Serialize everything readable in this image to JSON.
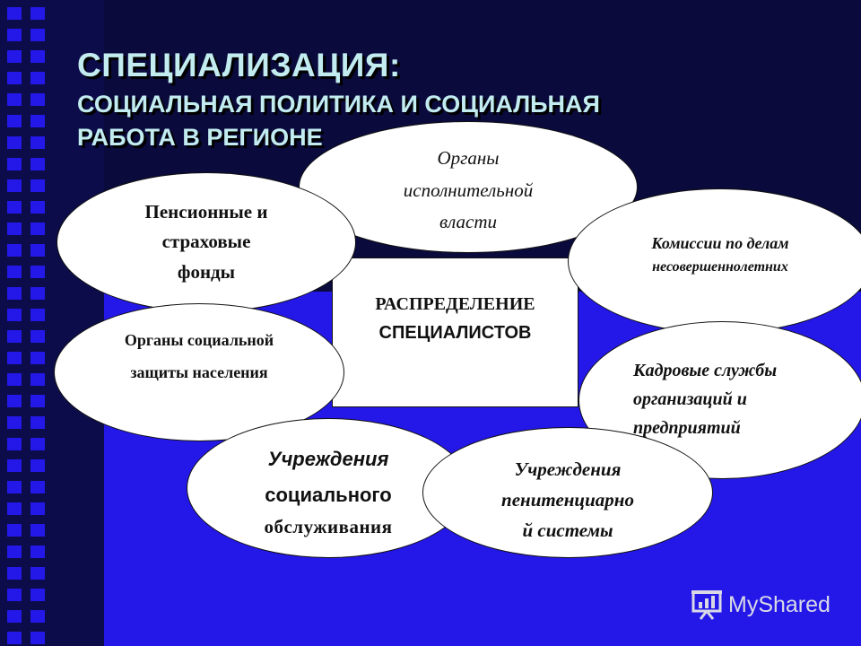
{
  "slide": {
    "title_line1": "СПЕЦИАЛИЗАЦИЯ:",
    "title_line2": "СОЦИАЛЬНАЯ  ПОЛИТИКА И СОЦИАЛЬНАЯ",
    "title_line3": "РАБОТА В РЕГИОНЕ",
    "colors": {
      "background": "#2418e8",
      "title": "#c2ecef",
      "panel": "#0a0a3c"
    }
  },
  "diagram": {
    "center": {
      "line1": "РАСПРЕДЕЛЕНИЕ",
      "line2": "СПЕЦИАЛИСТОВ"
    },
    "nodes": {
      "executive": {
        "lines": [
          "Органы",
          "исполнительной",
          "власти"
        ]
      },
      "pension": {
        "lines": [
          "Пенсионные и",
          "страховые",
          "фонды"
        ]
      },
      "minors": {
        "lines": [
          "Комиссии по делам",
          "несовершеннолетних"
        ]
      },
      "social_protection": {
        "lines": [
          "Органы социальной",
          "защиты населения"
        ]
      },
      "hr": {
        "lines": [
          "Кадровые службы",
          "организаций и",
          "предприятий"
        ]
      },
      "social_service": {
        "lines": [
          "Учреждения",
          "социального",
          "обслуживания"
        ]
      },
      "penitentiary": {
        "lines": [
          "Учреждения",
          "пенитенциарно",
          "й системы"
        ]
      }
    }
  },
  "watermark": {
    "text": "MyShared",
    "icon": "presentation-icon"
  }
}
